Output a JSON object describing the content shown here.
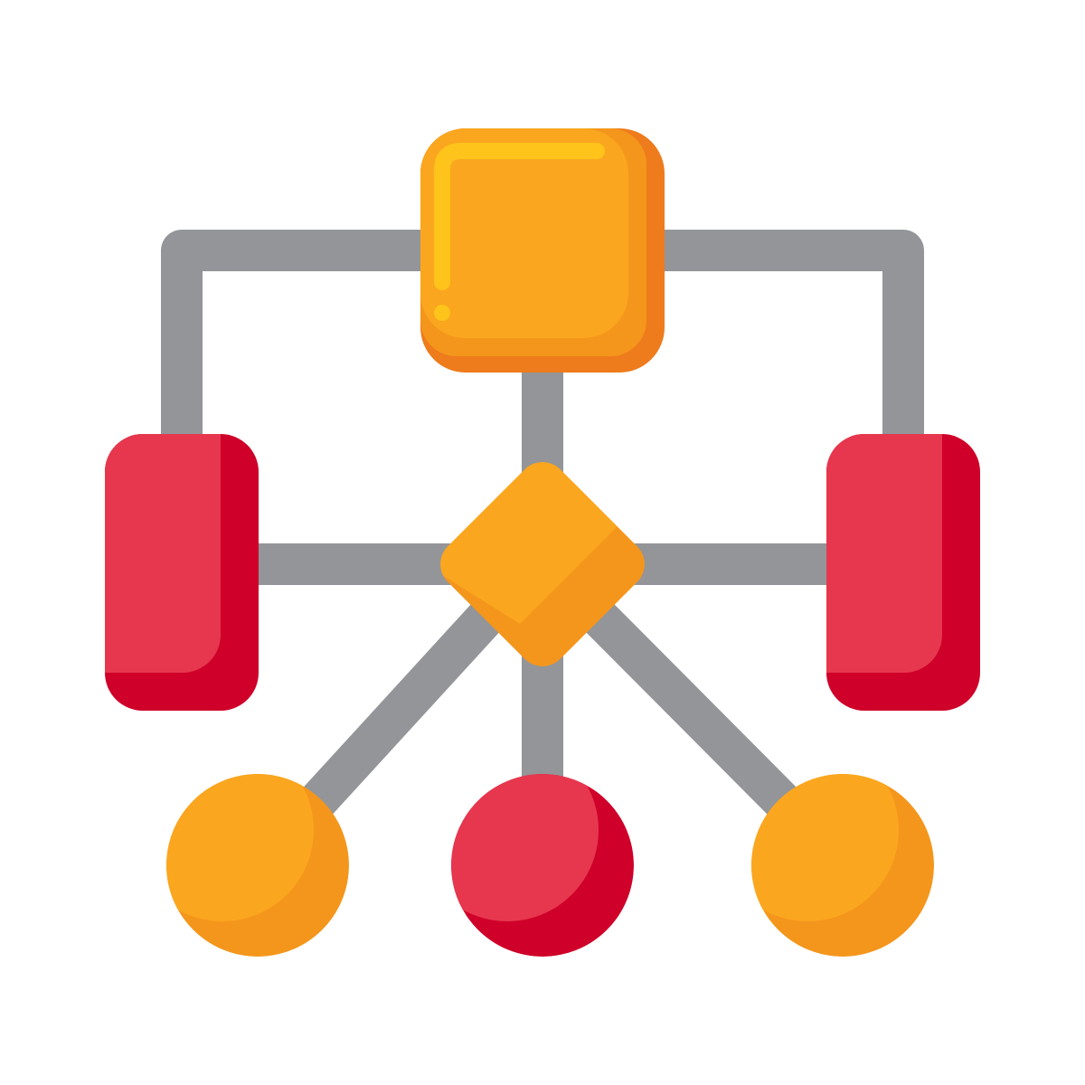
{
  "icon": {
    "name": "flowchart-icon",
    "colors": {
      "background": "#ffffff",
      "connector": "#939598",
      "orange": "#fba61f",
      "orange_shade": "#f4961c",
      "orange_dark": "#ee7b1c",
      "yellow_highlight": "#fec41b",
      "red": "#e6374e",
      "red_shade": "#cf0029"
    },
    "nodes": [
      {
        "id": "top-square",
        "shape": "rounded-square",
        "color": "orange"
      },
      {
        "id": "center-diamond",
        "shape": "diamond",
        "color": "orange"
      },
      {
        "id": "left-rect",
        "shape": "rounded-rectangle",
        "color": "red"
      },
      {
        "id": "right-rect",
        "shape": "rounded-rectangle",
        "color": "red"
      },
      {
        "id": "bottom-left-circle",
        "shape": "circle",
        "color": "orange"
      },
      {
        "id": "bottom-center-circle",
        "shape": "circle",
        "color": "red"
      },
      {
        "id": "bottom-right-circle",
        "shape": "circle",
        "color": "orange"
      }
    ]
  }
}
